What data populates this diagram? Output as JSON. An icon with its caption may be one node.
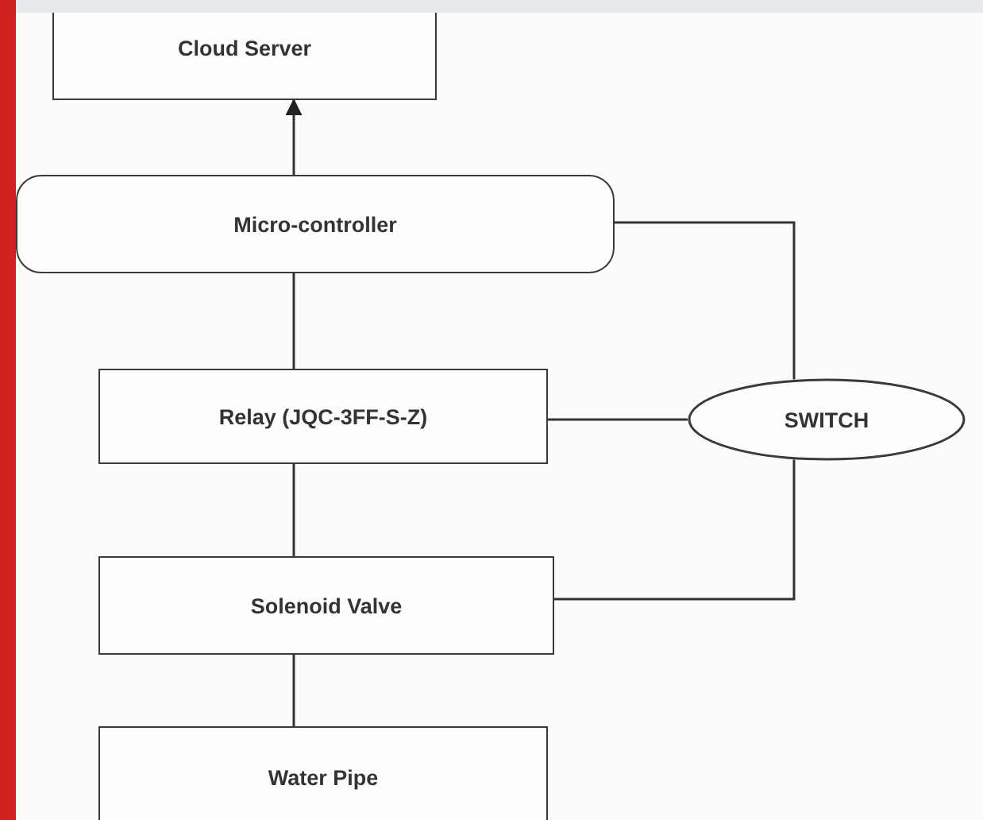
{
  "diagram": {
    "nodes": [
      {
        "text": [
          "Cloud Server"
        ]
      },
      {
        "text": [
          "Micro-controller"
        ]
      },
      {
        "text": [
          "Relay (JQC-3FF-S-Z)"
        ]
      },
      {
        "text": [
          "SWITCH"
        ]
      },
      {
        "text": [
          "Solenoid Valve"
        ]
      },
      {
        "text": [
          "Water Pipe"
        ]
      }
    ],
    "edges": [
      {
        "from": 1,
        "to": 0,
        "arrow": "to"
      },
      {
        "from": 1,
        "to": 2,
        "arrow": "none"
      },
      {
        "from": 1,
        "to": 3,
        "arrow": "none"
      },
      {
        "from": 2,
        "to": 3,
        "arrow": "none"
      },
      {
        "from": 2,
        "to": 4,
        "arrow": "none"
      },
      {
        "from": 3,
        "to": 4,
        "arrow": "none"
      },
      {
        "from": 4,
        "to": 5,
        "arrow": "none"
      }
    ]
  }
}
